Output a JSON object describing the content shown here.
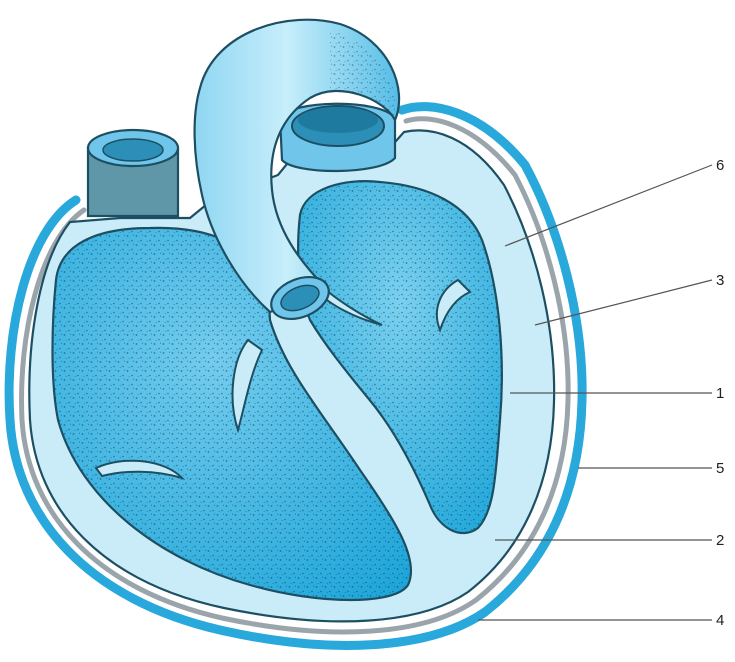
{
  "labels": [
    {
      "id": "6",
      "text": "6"
    },
    {
      "id": "3",
      "text": "3"
    },
    {
      "id": "1",
      "text": "1"
    },
    {
      "id": "5",
      "text": "5"
    },
    {
      "id": "2",
      "text": "2"
    },
    {
      "id": "4",
      "text": "4"
    }
  ],
  "colors": {
    "pericardium_outer": "#29a8db",
    "pericardium_inner": "#9aa5ab",
    "myocardium": "#c9ecf8",
    "chamber": "#2fb2e0",
    "vessel": "#6fc6ea",
    "vessel_lumen": "#2c8fb8",
    "vessel_dark": "#5b8796",
    "outline": "#1d4f63"
  }
}
